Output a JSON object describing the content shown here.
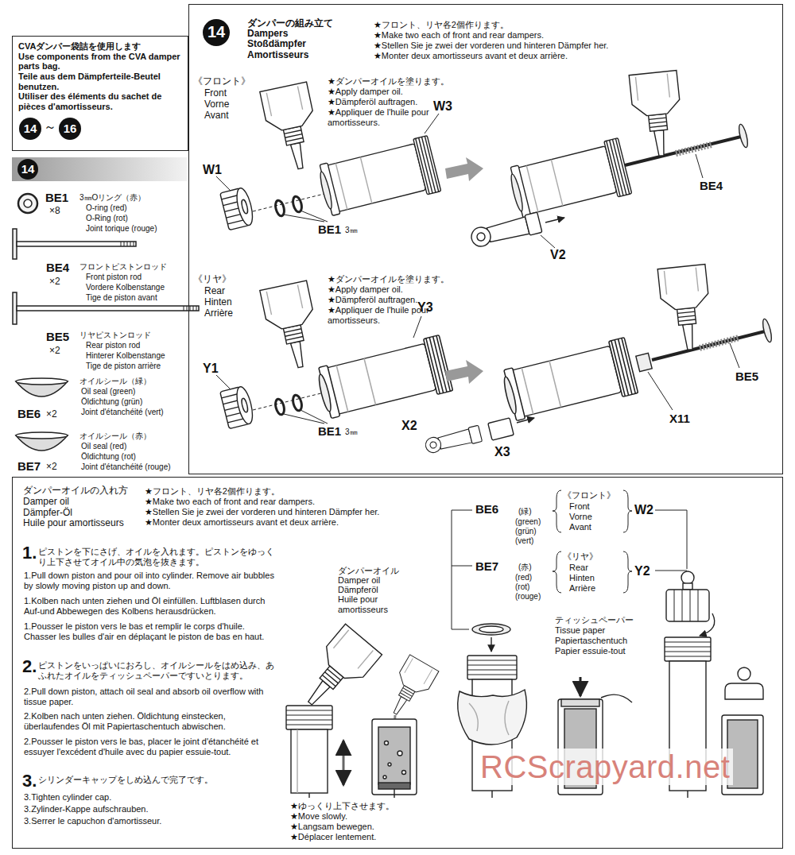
{
  "diagram": {
    "nodes": [
      {
        "text": [
          "CVAダンパー袋詰を使用します",
          "Use components from the CVA damper parts bag.",
          "Teile aus dem Dämpferteile-Beutel benutzen.",
          "Utiliser des éléments du sachet de pièces d'amortisseurs."
        ]
      },
      {
        "text": [
          "ダンパーの組み立て",
          "Dampers",
          "Stoßdämpfer",
          "Amortisseurs"
        ]
      },
      {
        "text": [
          "ダンパーオイルの入れ方",
          "Damper oil",
          "Dämpfer-Öl",
          "Huile pour amortisseurs"
        ]
      }
    ],
    "labels": [
      "14",
      "～",
      "16",
      "14",
      "BE1",
      "×8",
      "3㎜Oリング（赤）",
      "O-ring (red)",
      "O-Ring (rot)",
      "Joint torique (rouge)",
      "BE4",
      "×2",
      "フロントピストンロッド",
      "Front piston rod",
      "Vordere Kolbenstange",
      "Tige de piston avant",
      "BE5",
      "×2",
      "リヤピストンロッド",
      "Rear piston rod",
      "Hinterer Kolbenstange",
      "Tige de piston arrière",
      "BE6",
      "×2",
      "オイルシール（緑）",
      "Oil seal (green)",
      "Öldichtung (grün)",
      "Joint d'étanchéité (vert)",
      "BE7",
      "×2",
      "オイルシール（赤）",
      "Oil seal (red)",
      "Öldichtung (rot)",
      "Joint d'étanchéité (rouge)",
      "★フロント、リヤ各2個作ります。",
      "★Make two each of front and rear dampers.",
      "★Stellen Sie je zwei der vorderen und hinteren Dämpfer her.",
      "★Monter deux amortisseurs avant et deux arrière.",
      "《フロント》",
      "Front",
      "Vorne",
      "Avant",
      "★ダンパーオイルを塗ります。",
      "★Apply damper oil.",
      "★Dämpferöl auftragen.",
      "★Appliquer de l'huile pour amortisseurs.",
      "W3",
      "W1",
      "BE1",
      "3㎜",
      "BE4",
      "V2",
      "《リヤ》",
      "Rear",
      "Hinten",
      "Arrière",
      "★ダンパーオイルを塗ります。",
      "★Apply damper oil.",
      "★Dämpferöl auftragen.",
      "★Appliquer de l'huile pour amortisseurs.",
      "Y3",
      "Y1",
      "BE1",
      "3㎜",
      "BE5",
      "X11",
      "X2",
      "X3",
      "★フロント、リヤ各2個作ります。",
      "★Make two each of front and rear dampers.",
      "★Stellen Sie je zwei der vorderen und hinteren Dämpfer her.",
      "★Monter deux amortisseurs avant et deux arrière.",
      "1.",
      "ピストンを下にさげ、オイルを入れます。ピストンをゆっくり上下させてオイル中の気泡を抜きます。",
      "1.Pull down piston and pour oil into cylinder. Remove air bubbles by slowly moving piston up and down.",
      "1.Kolben nach unten ziehen und Öl einfüllen. Luftblasen durch Auf-und Abbewegen des Kolbens herausdrücken.",
      "1.Pousser le piston vers le bas et remplir le corps d'huile. Chasser les bulles d'air en déplaçant le piston de bas en haut.",
      "2.",
      "ピストンをいっぱいにおろし、オイルシールをはめ込み、あふれたオイルをティッシュペーパーですいとります。",
      "2.Pull down piston, attach oil seal and absorb oil overflow with tissue paper.",
      "2.Kolben nach unten ziehen. Öldichtung einstecken, überlaufendes Öl mit Papiertaschentuch abwischen.",
      "2.Pousser le piston vers le bas, placer le joint d'étanchéité et essuyer l'excédent d'huile avec du papier essuie-tout.",
      "3.",
      "シリンダーキャップをしめ込んで完了です。",
      "3.Tighten cylinder cap.",
      "3.Zylinder-Kappe aufschrauben.",
      "3.Serrer le capuchon d'amortisseur.",
      "ダンパーオイル",
      "Damper oil",
      "Dämpferöl",
      "Huile pour amortisseurs",
      "★ゆっくり上下させます。",
      "★Move slowly.",
      "★Langsam bewegen.",
      "★Déplacer lentement.",
      "BE6",
      "(緑)",
      "(green)",
      "(grün)",
      "(vert)",
      "《フロント》",
      "Front",
      "Vorne",
      "Avant",
      "W2",
      "BE7",
      "(赤)",
      "(red)",
      "(rot)",
      "(rouge)",
      "《リヤ》",
      "Rear",
      "Hinten",
      "Arrière",
      "Y2",
      "ティッシュペーパー",
      "Tissue paper",
      "Papiertaschentuch",
      "Papier essuie-tout",
      "RCScrapyard.net",
      "14"
    ]
  }
}
